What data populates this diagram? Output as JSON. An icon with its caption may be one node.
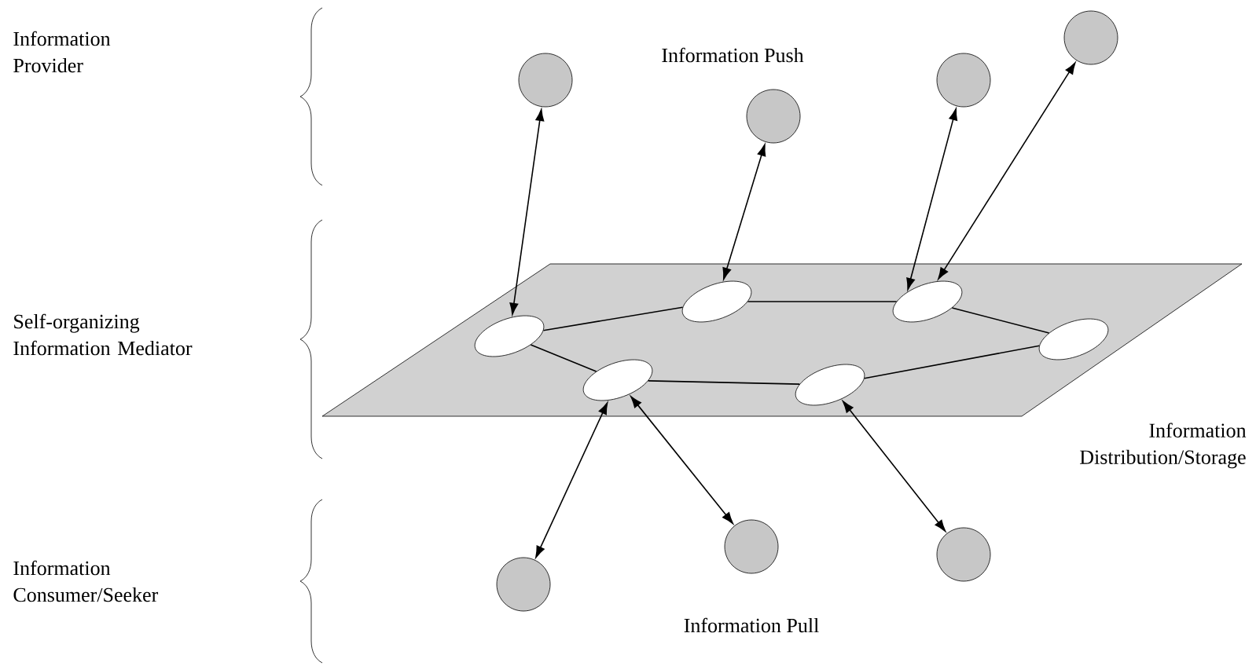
{
  "diagram": {
    "nodes": [
      {
        "text": [],
        "shape": "circle"
      },
      {
        "text": [],
        "shape": "circle"
      },
      {
        "text": [],
        "shape": "circle"
      },
      {
        "text": [],
        "shape": "circle"
      },
      {
        "text": [
          "Information Distribution/Storage"
        ]
      },
      {
        "text": [],
        "shape": "ellipse",
        "in": 4
      },
      {
        "text": [],
        "shape": "ellipse",
        "in": 4
      },
      {
        "text": [],
        "shape": "ellipse",
        "in": 4
      },
      {
        "text": [],
        "shape": "ellipse",
        "in": 4
      },
      {
        "text": [],
        "shape": "ellipse",
        "in": 4
      },
      {
        "text": [],
        "shape": "ellipse",
        "in": 4
      },
      {
        "text": [],
        "shape": "circle"
      },
      {
        "text": [],
        "shape": "circle"
      },
      {
        "text": [],
        "shape": "circle"
      }
    ],
    "edges": [
      {
        "from": 0,
        "to": 5,
        "arrow": "both"
      },
      {
        "from": 1,
        "to": 6,
        "arrow": "both"
      },
      {
        "from": 2,
        "to": 7,
        "arrow": "both"
      },
      {
        "from": 3,
        "to": 7,
        "arrow": "both"
      },
      {
        "from": 5,
        "to": 6,
        "arrow": "none"
      },
      {
        "from": 6,
        "to": 7,
        "arrow": "none"
      },
      {
        "from": 7,
        "to": 8,
        "arrow": "none"
      },
      {
        "from": 8,
        "to": 10,
        "arrow": "none"
      },
      {
        "from": 10,
        "to": 9,
        "arrow": "none"
      },
      {
        "from": 9,
        "to": 5,
        "arrow": "none"
      },
      {
        "from": 9,
        "to": 11,
        "arrow": "both"
      },
      {
        "from": 9,
        "to": 12,
        "arrow": "both"
      },
      {
        "from": 10,
        "to": 13,
        "arrow": "both"
      }
    ],
    "labels": [
      "Information Provider",
      "Information Push",
      "Self-organizing Information Mediator",
      "Information Consumer/Seeker",
      "Information Pull"
    ]
  }
}
